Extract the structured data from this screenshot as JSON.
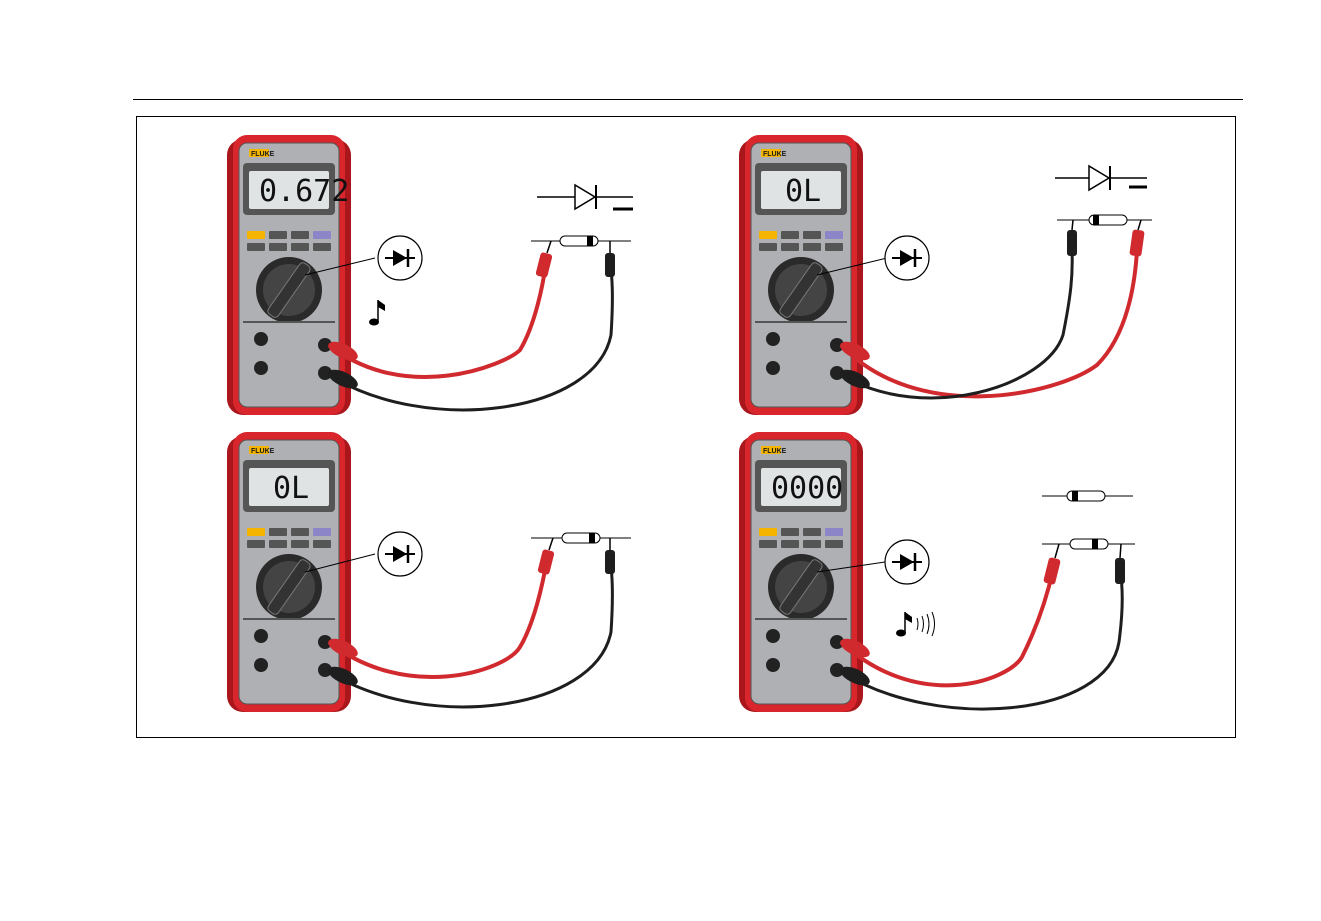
{
  "brand": "FLUKE",
  "panels": [
    {
      "id": "tl",
      "display": "0.672"
    },
    {
      "id": "tr",
      "display": "0L"
    },
    {
      "id": "bl",
      "display": "0L"
    },
    {
      "id": "br",
      "display": "0000"
    }
  ],
  "colors": {
    "meter_red": "#d8262c",
    "meter_dark_red": "#a9161c",
    "face_gray": "#aeb0b3",
    "lcd": "#dfe3e3",
    "probe_red": "#d02a2f",
    "probe_black": "#1e1e1e",
    "accent_yellow": "#f5b400",
    "accent_purple": "#8c85c8"
  },
  "icons": [
    "diode-symbol-icon",
    "music-note-icon",
    "sound-waves-icon",
    "diode-component-icon"
  ]
}
